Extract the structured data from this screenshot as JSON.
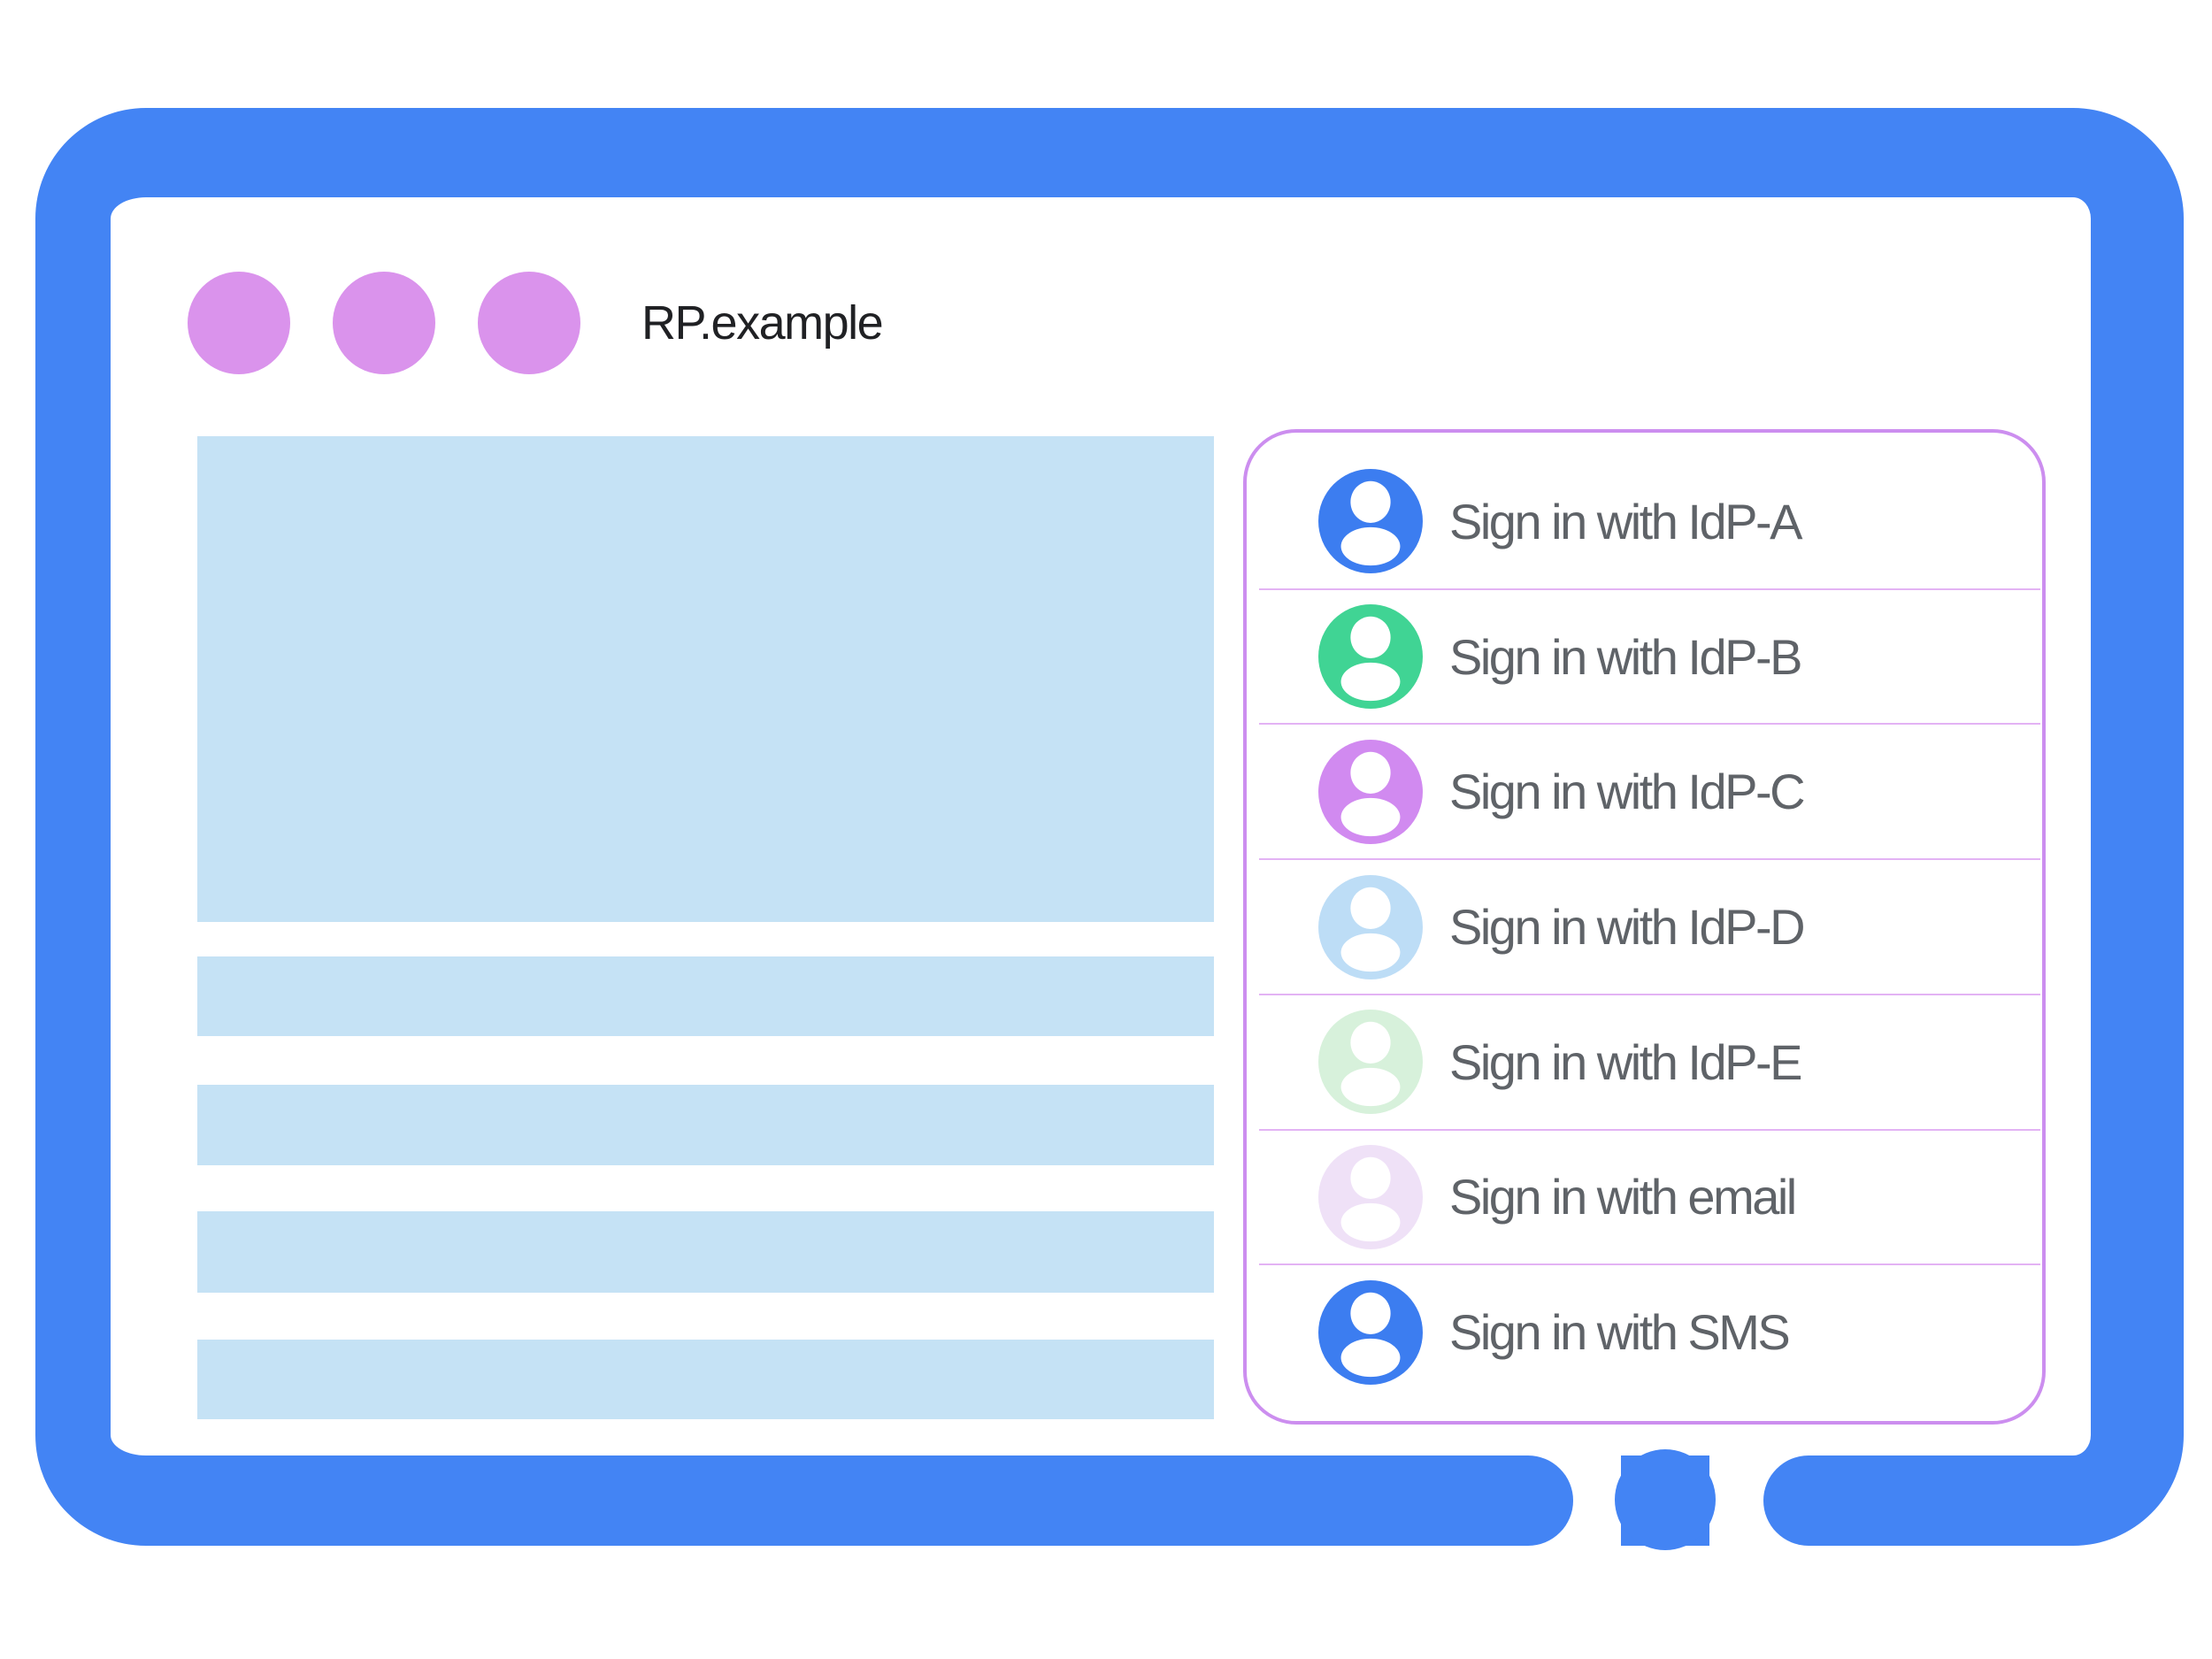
{
  "window": {
    "title": "RP.example",
    "control_dots": 3
  },
  "content": {
    "placeholder_blocks": 5
  },
  "signin_panel": {
    "options": [
      {
        "id": "idp-a",
        "label": "Sign in with IdP-A",
        "avatar_icon": "person-icon",
        "avatar_color": "#3C7DF0"
      },
      {
        "id": "idp-b",
        "label": "Sign in with IdP-B",
        "avatar_icon": "person-icon",
        "avatar_color": "#40D494"
      },
      {
        "id": "idp-c",
        "label": "Sign in with IdP-C",
        "avatar_icon": "person-icon",
        "avatar_color": "#D18AF0"
      },
      {
        "id": "idp-d",
        "label": "Sign in with IdP-D",
        "avatar_icon": "person-icon",
        "avatar_color": "#BDDDF6"
      },
      {
        "id": "idp-e",
        "label": "Sign in with IdP-E",
        "avatar_icon": "person-icon",
        "avatar_color": "#D7F1DB"
      },
      {
        "id": "email",
        "label": "Sign in with email",
        "avatar_icon": "person-icon",
        "avatar_color": "#EFE1F7"
      },
      {
        "id": "sms",
        "label": "Sign in with SMS",
        "avatar_icon": "person-icon",
        "avatar_color": "#3C7DF0"
      }
    ]
  },
  "colors": {
    "frame": "#4384F4",
    "dot": "#DA93EC",
    "placeholder": "#C5E2F5",
    "panel-border": "#CC8EEF",
    "divider": "#E3B3F4",
    "label-gray": "#5F6368",
    "title-dark": "#202124"
  }
}
